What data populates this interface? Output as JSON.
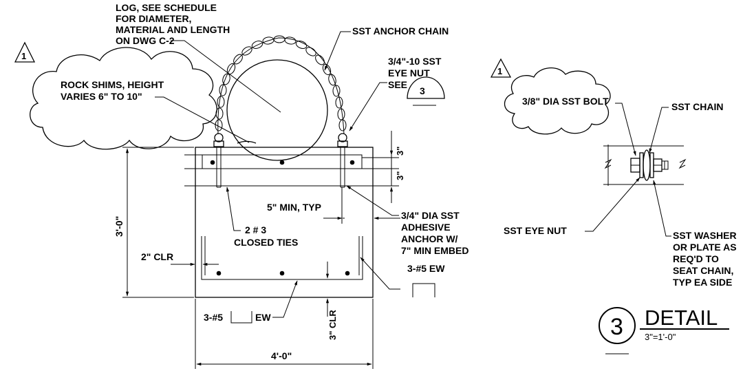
{
  "left_detail": {
    "revision_mark": "1",
    "log_note": [
      "LOG, SEE SCHEDULE",
      "FOR DIAMETER,",
      "MATERIAL AND LENGTH",
      "ON DWG C-2"
    ],
    "anchor_chain": "SST ANCHOR CHAIN",
    "rock_shims": [
      "ROCK SHIMS, HEIGHT",
      "VARIES 6\" TO 10\""
    ],
    "eye_nut_note": [
      "3/4\"-10 SST",
      "EYE NUT",
      "SEE"
    ],
    "eye_nut_ref": "3",
    "dim_3in_top": "3\"",
    "dim_3in_bottom": "3\"",
    "dim_height": "3'-0\"",
    "min_typ": "5\" MIN, TYP",
    "adhesive_anchor": [
      "3/4\" DIA SST",
      "ADHESIVE",
      "ANCHOR W/",
      "7\" MIN EMBED"
    ],
    "ties": [
      "2 # 3",
      "CLOSED TIES"
    ],
    "clr_2in": "2\" CLR",
    "rebar_ew_right": "3-#5 EW",
    "rebar_ew_bottom_a": "3-#5",
    "rebar_ew_bottom_b": "EW",
    "clr_3in": "3\" CLR",
    "dim_width": "4'-0\""
  },
  "right_detail": {
    "revision_mark": "1",
    "bolt": "3/8\" DIA SST BOLT",
    "chain": "SST CHAIN",
    "eye_nut": "SST EYE NUT",
    "washer": [
      "SST WASHER",
      "OR PLATE AS",
      "REQ'D TO",
      "SEAT CHAIN,",
      "TYP EA SIDE"
    ]
  },
  "title_block": {
    "number": "3",
    "title": "DETAIL",
    "scale": "3\"=1'-0\""
  }
}
